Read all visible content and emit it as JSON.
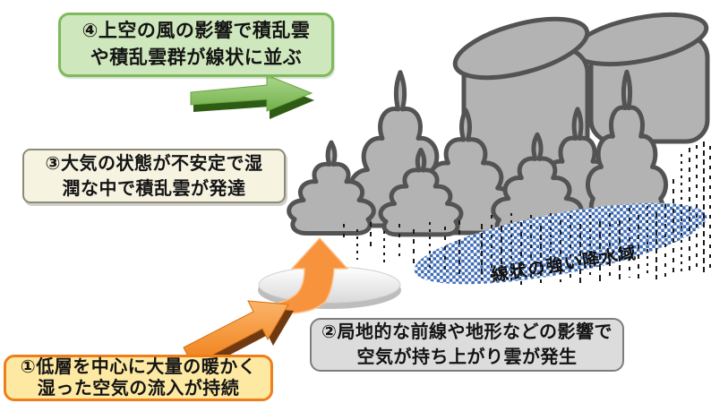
{
  "boxes": {
    "box1": {
      "line1": "①低層を中心に大量の暖かく",
      "line2": "湿った空気の流入が持続"
    },
    "box2": {
      "line1": "②局地的な前線や地形などの影響で",
      "line2": "空気が持ち上がり雲が発生"
    },
    "box3": {
      "line1": "③大気の状態が不安定で湿",
      "line2": "潤な中で積乱雲が発達"
    },
    "box4": {
      "line1": "④上空の風の影響で積乱雲",
      "line2": "や積乱雲群が線状に並ぶ"
    }
  },
  "labels": {
    "rainband": "線状の強い降水域"
  },
  "icons": {
    "upper_wind_arrow": "right-arrow-3d",
    "inflow_arrow": "up-right-arrow-3d",
    "updraft_arrow": "curved-up-arrow",
    "precipitation_area": "checkered-ellipse"
  },
  "colors": {
    "box1_bg": "#fde9a2",
    "box1_border": "#ef7d1a",
    "box2_bg": "#dcdcdc",
    "box2_border": "#7d7d7d",
    "box3_bg": "#f6f3e1",
    "box3_border": "#8c8a78",
    "box4_bg": "#cfe7bc",
    "box4_border": "#7fb95c",
    "cloud_fill": "#b3b3b3",
    "cloud_outline": "#535353",
    "rain": "#1a1a1a",
    "precipitation_blue": "#3e6cb5",
    "arrow_orange": "#f7943c",
    "arrow_green": "#8cc363"
  }
}
